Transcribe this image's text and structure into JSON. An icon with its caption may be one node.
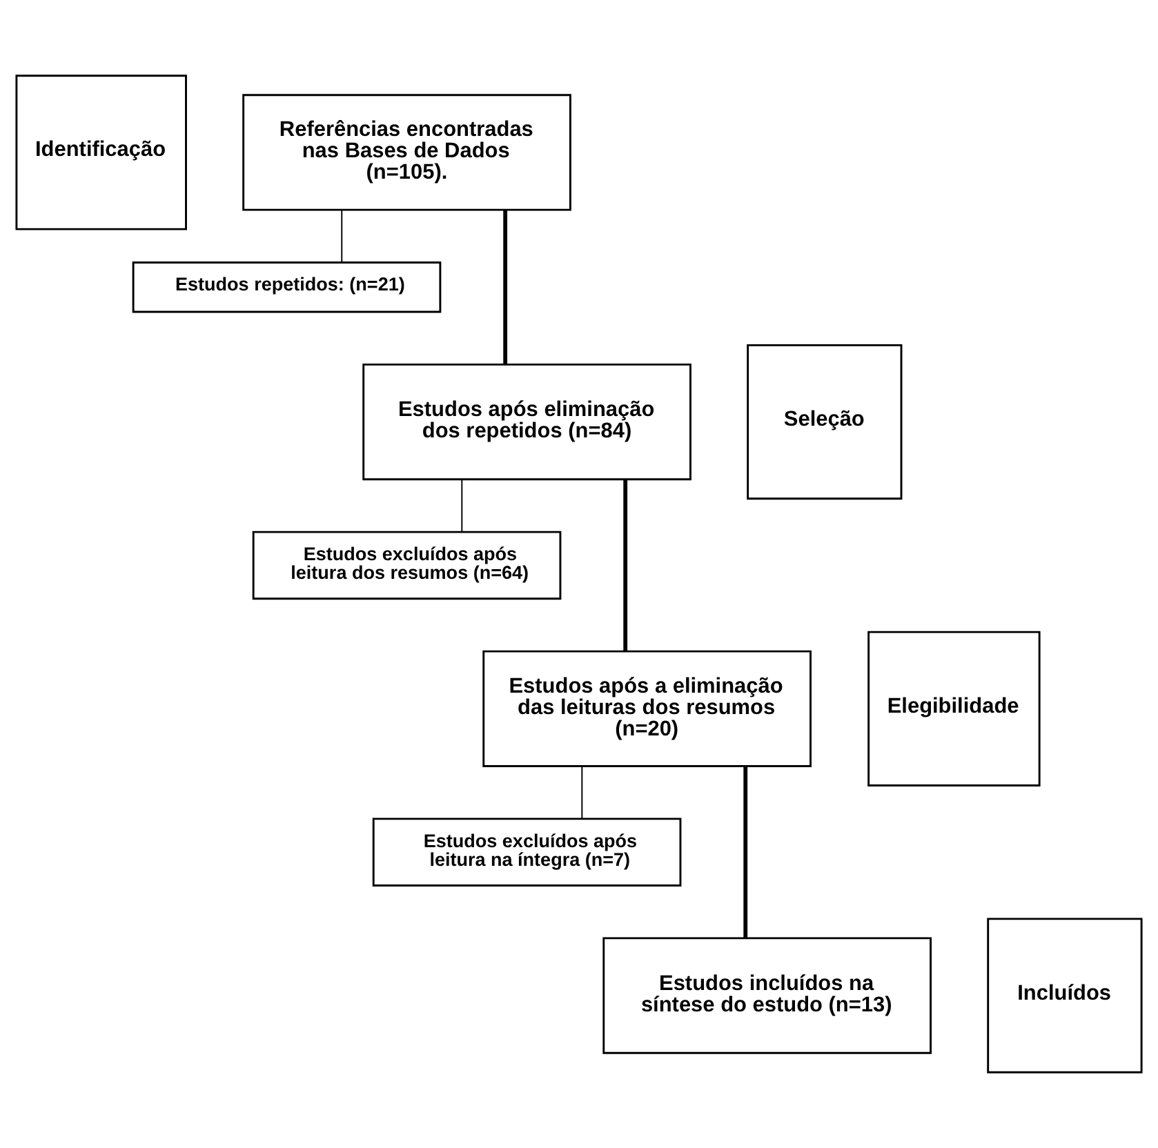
{
  "diagram": {
    "nodes": [
      {
        "text": [
          "Identificação"
        ]
      },
      {
        "text": [
          "Referências encontradas nas Bases de Dados (n=105)."
        ]
      },
      {
        "text": [
          "Seleção"
        ]
      },
      {
        "text": [
          "Estudos repetidos: (n=21)"
        ]
      },
      {
        "text": [
          "Estudos após eliminação dos repetidos (n=84)"
        ]
      },
      {
        "text": [
          "Elegibilidade"
        ]
      },
      {
        "text": [
          "Estudos excluídos após leitura dos resumos (n=64)"
        ]
      },
      {
        "text": [
          "Estudos após a eliminação das leituras dos resumos (n=20)"
        ]
      },
      {
        "text": [
          "Estudos excluídos após leitura na íntegra (n=7)"
        ]
      },
      {
        "text": [
          "Incluídos"
        ]
      },
      {
        "text": [
          "Estudos incluídos na síntese do estudo (n=13)"
        ]
      }
    ],
    "edges": [
      {
        "from": 1,
        "to": 3,
        "arrow": "none"
      },
      {
        "from": 1,
        "to": 4,
        "arrow": "none",
        "style": "thick"
      },
      {
        "from": 4,
        "to": 6,
        "arrow": "none"
      },
      {
        "from": 4,
        "to": 7,
        "arrow": "none",
        "style": "thick"
      },
      {
        "from": 7,
        "to": 8,
        "arrow": "none"
      },
      {
        "from": 7,
        "to": 10,
        "arrow": "none",
        "style": "thick"
      }
    ]
  }
}
